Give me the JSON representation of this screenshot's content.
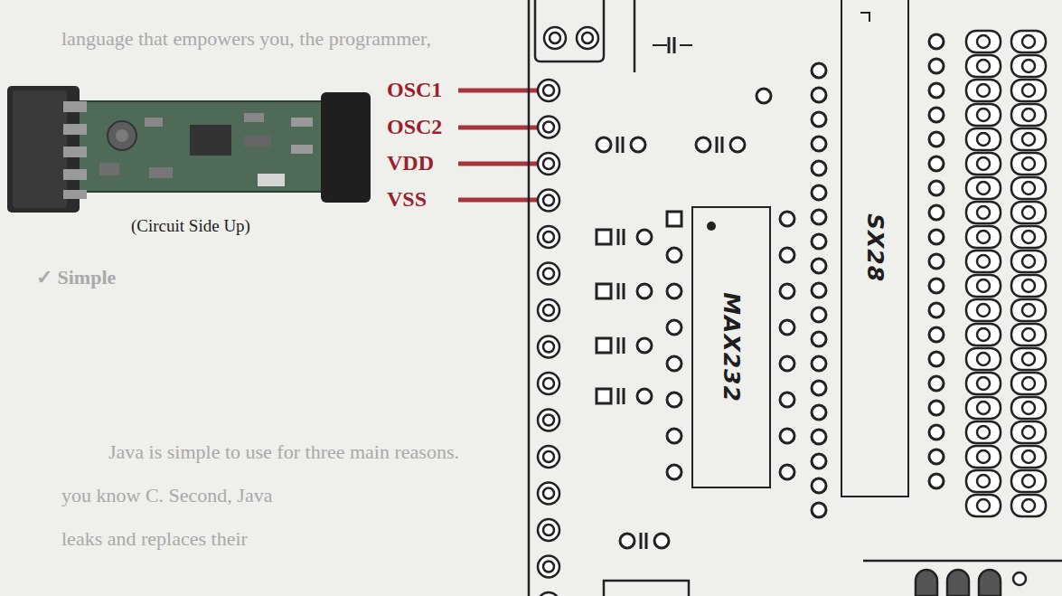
{
  "diagram": {
    "nodes": [
      {
        "text": [
          "MAX232"
        ]
      },
      {
        "text": [
          "SX28"
        ]
      }
    ],
    "labels": [
      "OSC1",
      "OSC2",
      "VDD",
      "VSS",
      "(Circuit Side Up)",
      "language that empowers you, the programmer,",
      "✓ Simple",
      "Java is simple to use for three main reasons.",
      "you know C. Second, Java",
      "leaks and replaces their"
    ]
  }
}
